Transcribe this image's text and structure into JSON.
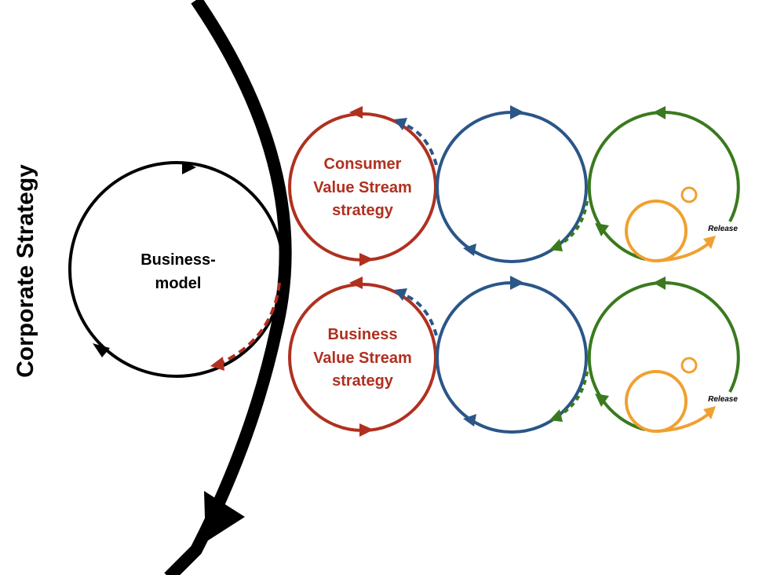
{
  "title": "Corporate Strategy",
  "business_model": {
    "line1": "Business-",
    "line2": "model"
  },
  "rows": [
    {
      "strategy_lines": [
        "Consumer",
        "Value Stream",
        "strategy"
      ],
      "release_label": "Release"
    },
    {
      "strategy_lines": [
        "Business",
        "Value Stream",
        "strategy"
      ],
      "release_label": "Release"
    }
  ],
  "colors": {
    "corporate": "#000000",
    "business_model": "#000000",
    "strategy": "#b03020",
    "blue": "#2a5688",
    "green": "#3a7a1e",
    "orange": "#f0a030",
    "strategy_text": "#b03020"
  }
}
